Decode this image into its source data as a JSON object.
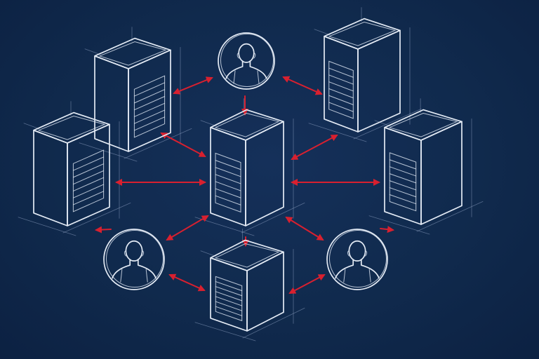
{
  "colors": {
    "background": "#102a4d",
    "line": "#e4ebf5",
    "connector": "#d8202f"
  },
  "nodes": [
    {
      "id": "server-top-left",
      "kind": "server"
    },
    {
      "id": "server-top-right",
      "kind": "server"
    },
    {
      "id": "server-mid-left",
      "kind": "server"
    },
    {
      "id": "server-center",
      "kind": "server"
    },
    {
      "id": "server-mid-right",
      "kind": "server"
    },
    {
      "id": "server-bottom",
      "kind": "server"
    },
    {
      "id": "user-top",
      "kind": "user"
    },
    {
      "id": "user-bottom-left",
      "kind": "user"
    },
    {
      "id": "user-bottom-right",
      "kind": "user"
    }
  ],
  "connections": [
    {
      "from": "server-top-left",
      "to": "user-top",
      "direction": "both"
    },
    {
      "from": "user-top",
      "to": "server-top-right",
      "direction": "both"
    },
    {
      "from": "user-top",
      "to": "server-center",
      "direction": "forward"
    },
    {
      "from": "server-top-left",
      "to": "server-center",
      "direction": "both"
    },
    {
      "from": "server-top-right",
      "to": "server-center",
      "direction": "both"
    },
    {
      "from": "server-mid-left",
      "to": "server-center",
      "direction": "both"
    },
    {
      "from": "server-center",
      "to": "server-mid-right",
      "direction": "both"
    },
    {
      "from": "server-center",
      "to": "user-bottom-left",
      "direction": "both"
    },
    {
      "from": "server-center",
      "to": "user-bottom-right",
      "direction": "both"
    },
    {
      "from": "server-center",
      "to": "server-bottom",
      "direction": "forward"
    },
    {
      "from": "user-bottom-left",
      "to": "server-bottom",
      "direction": "both"
    },
    {
      "from": "server-bottom",
      "to": "user-bottom-right",
      "direction": "both"
    },
    {
      "from": "server-mid-left",
      "to": "off-left",
      "direction": "forward"
    },
    {
      "from": "server-mid-right",
      "to": "off-right",
      "direction": "forward"
    }
  ]
}
